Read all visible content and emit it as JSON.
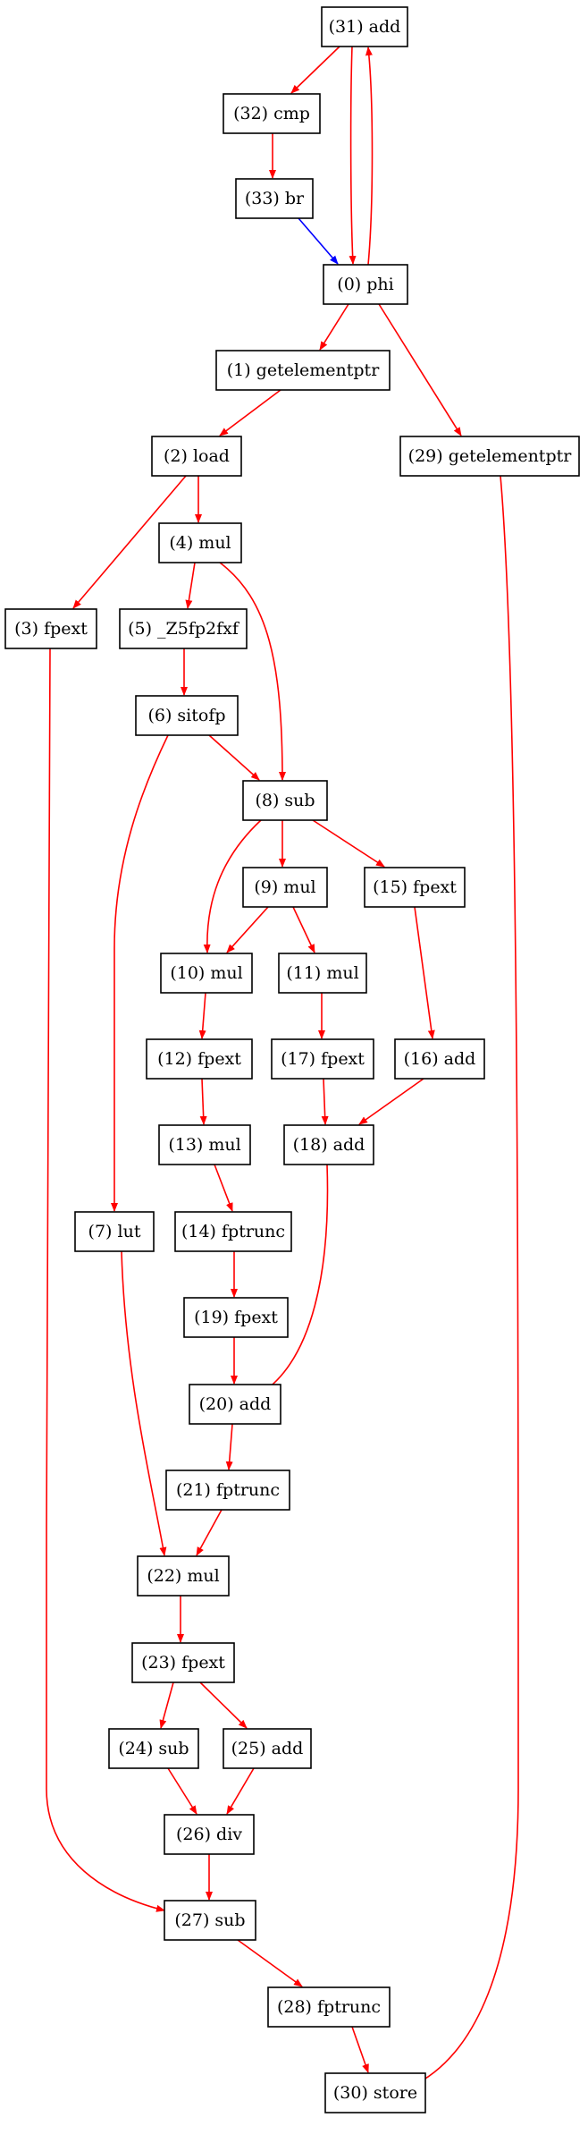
{
  "colors": {
    "data_edge": "#ff0000",
    "control_edge": "#0000ff",
    "node_border": "#000000",
    "background": "#ffffff"
  },
  "nodes": [
    {
      "id": "31",
      "label": "(31) add"
    },
    {
      "id": "32",
      "label": "(32) cmp"
    },
    {
      "id": "33",
      "label": "(33) br"
    },
    {
      "id": "0",
      "label": "(0) phi"
    },
    {
      "id": "1",
      "label": "(1) getelementptr"
    },
    {
      "id": "29",
      "label": "(29) getelementptr"
    },
    {
      "id": "2",
      "label": "(2) load"
    },
    {
      "id": "4",
      "label": "(4) mul"
    },
    {
      "id": "3",
      "label": "(3) fpext"
    },
    {
      "id": "5",
      "label": "(5) _Z5fp2fxf"
    },
    {
      "id": "6",
      "label": "(6) sitofp"
    },
    {
      "id": "8",
      "label": "(8) sub"
    },
    {
      "id": "9",
      "label": "(9) mul"
    },
    {
      "id": "15",
      "label": "(15) fpext"
    },
    {
      "id": "10",
      "label": "(10) mul"
    },
    {
      "id": "11",
      "label": "(11) mul"
    },
    {
      "id": "12",
      "label": "(12) fpext"
    },
    {
      "id": "17",
      "label": "(17) fpext"
    },
    {
      "id": "16",
      "label": "(16) add"
    },
    {
      "id": "13",
      "label": "(13) mul"
    },
    {
      "id": "18",
      "label": "(18) add"
    },
    {
      "id": "7",
      "label": "(7) lut"
    },
    {
      "id": "14",
      "label": "(14) fptrunc"
    },
    {
      "id": "19",
      "label": "(19) fpext"
    },
    {
      "id": "20",
      "label": "(20) add"
    },
    {
      "id": "21",
      "label": "(21) fptrunc"
    },
    {
      "id": "22",
      "label": "(22) mul"
    },
    {
      "id": "23",
      "label": "(23) fpext"
    },
    {
      "id": "24",
      "label": "(24) sub"
    },
    {
      "id": "25",
      "label": "(25) add"
    },
    {
      "id": "26",
      "label": "(26) div"
    },
    {
      "id": "27",
      "label": "(27) sub"
    },
    {
      "id": "28",
      "label": "(28) fptrunc"
    },
    {
      "id": "30",
      "label": "(30) store"
    }
  ],
  "edges": [
    {
      "from": "31",
      "to": "32",
      "kind": "data"
    },
    {
      "from": "31",
      "to": "0",
      "kind": "data"
    },
    {
      "from": "0",
      "to": "31",
      "kind": "data"
    },
    {
      "from": "32",
      "to": "33",
      "kind": "data"
    },
    {
      "from": "33",
      "to": "0",
      "kind": "control"
    },
    {
      "from": "0",
      "to": "1",
      "kind": "data"
    },
    {
      "from": "0",
      "to": "29",
      "kind": "data"
    },
    {
      "from": "1",
      "to": "2",
      "kind": "data"
    },
    {
      "from": "2",
      "to": "4",
      "kind": "data"
    },
    {
      "from": "2",
      "to": "3",
      "kind": "data"
    },
    {
      "from": "4",
      "to": "5",
      "kind": "data"
    },
    {
      "from": "4",
      "to": "8",
      "kind": "data"
    },
    {
      "from": "5",
      "to": "6",
      "kind": "data"
    },
    {
      "from": "6",
      "to": "8",
      "kind": "data"
    },
    {
      "from": "6",
      "to": "7",
      "kind": "data"
    },
    {
      "from": "8",
      "to": "9",
      "kind": "data"
    },
    {
      "from": "8",
      "to": "10",
      "kind": "data"
    },
    {
      "from": "8",
      "to": "15",
      "kind": "data"
    },
    {
      "from": "9",
      "to": "10",
      "kind": "data"
    },
    {
      "from": "9",
      "to": "11",
      "kind": "data"
    },
    {
      "from": "10",
      "to": "12",
      "kind": "data"
    },
    {
      "from": "11",
      "to": "17",
      "kind": "data"
    },
    {
      "from": "15",
      "to": "16",
      "kind": "data"
    },
    {
      "from": "12",
      "to": "13",
      "kind": "data"
    },
    {
      "from": "17",
      "to": "18",
      "kind": "data"
    },
    {
      "from": "16",
      "to": "18",
      "kind": "data"
    },
    {
      "from": "13",
      "to": "14",
      "kind": "data"
    },
    {
      "from": "14",
      "to": "19",
      "kind": "data"
    },
    {
      "from": "19",
      "to": "20",
      "kind": "data"
    },
    {
      "from": "18",
      "to": "20",
      "kind": "data"
    },
    {
      "from": "20",
      "to": "21",
      "kind": "data"
    },
    {
      "from": "21",
      "to": "22",
      "kind": "data"
    },
    {
      "from": "7",
      "to": "22",
      "kind": "data"
    },
    {
      "from": "22",
      "to": "23",
      "kind": "data"
    },
    {
      "from": "23",
      "to": "24",
      "kind": "data"
    },
    {
      "from": "23",
      "to": "25",
      "kind": "data"
    },
    {
      "from": "24",
      "to": "26",
      "kind": "data"
    },
    {
      "from": "25",
      "to": "26",
      "kind": "data"
    },
    {
      "from": "26",
      "to": "27",
      "kind": "data"
    },
    {
      "from": "3",
      "to": "27",
      "kind": "data"
    },
    {
      "from": "27",
      "to": "28",
      "kind": "data"
    },
    {
      "from": "28",
      "to": "30",
      "kind": "data"
    },
    {
      "from": "29",
      "to": "30",
      "kind": "data"
    }
  ]
}
